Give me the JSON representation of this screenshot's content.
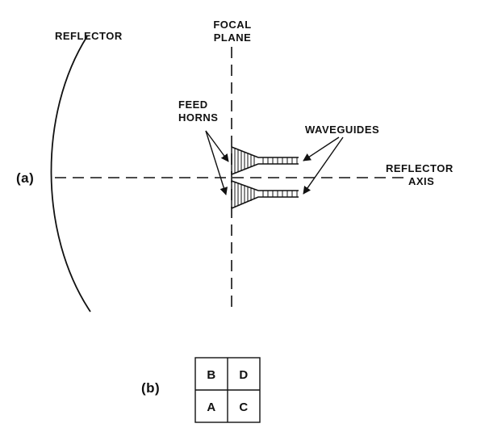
{
  "labels": {
    "reflector": "REFLECTOR",
    "focal_plane_line1": "FOCAL",
    "focal_plane_line2": "PLANE",
    "feed_horns_line1": "FEED",
    "feed_horns_line2": "HORNS",
    "waveguides": "WAVEGUIDES",
    "reflector_axis_line1": "REFLECTOR",
    "reflector_axis_line2": "AXIS",
    "part_a": "(a)",
    "part_b": "(b)"
  },
  "grid": {
    "top_left": "B",
    "top_right": "D",
    "bottom_left": "A",
    "bottom_right": "C"
  },
  "colors": {
    "ink": "#111111"
  }
}
